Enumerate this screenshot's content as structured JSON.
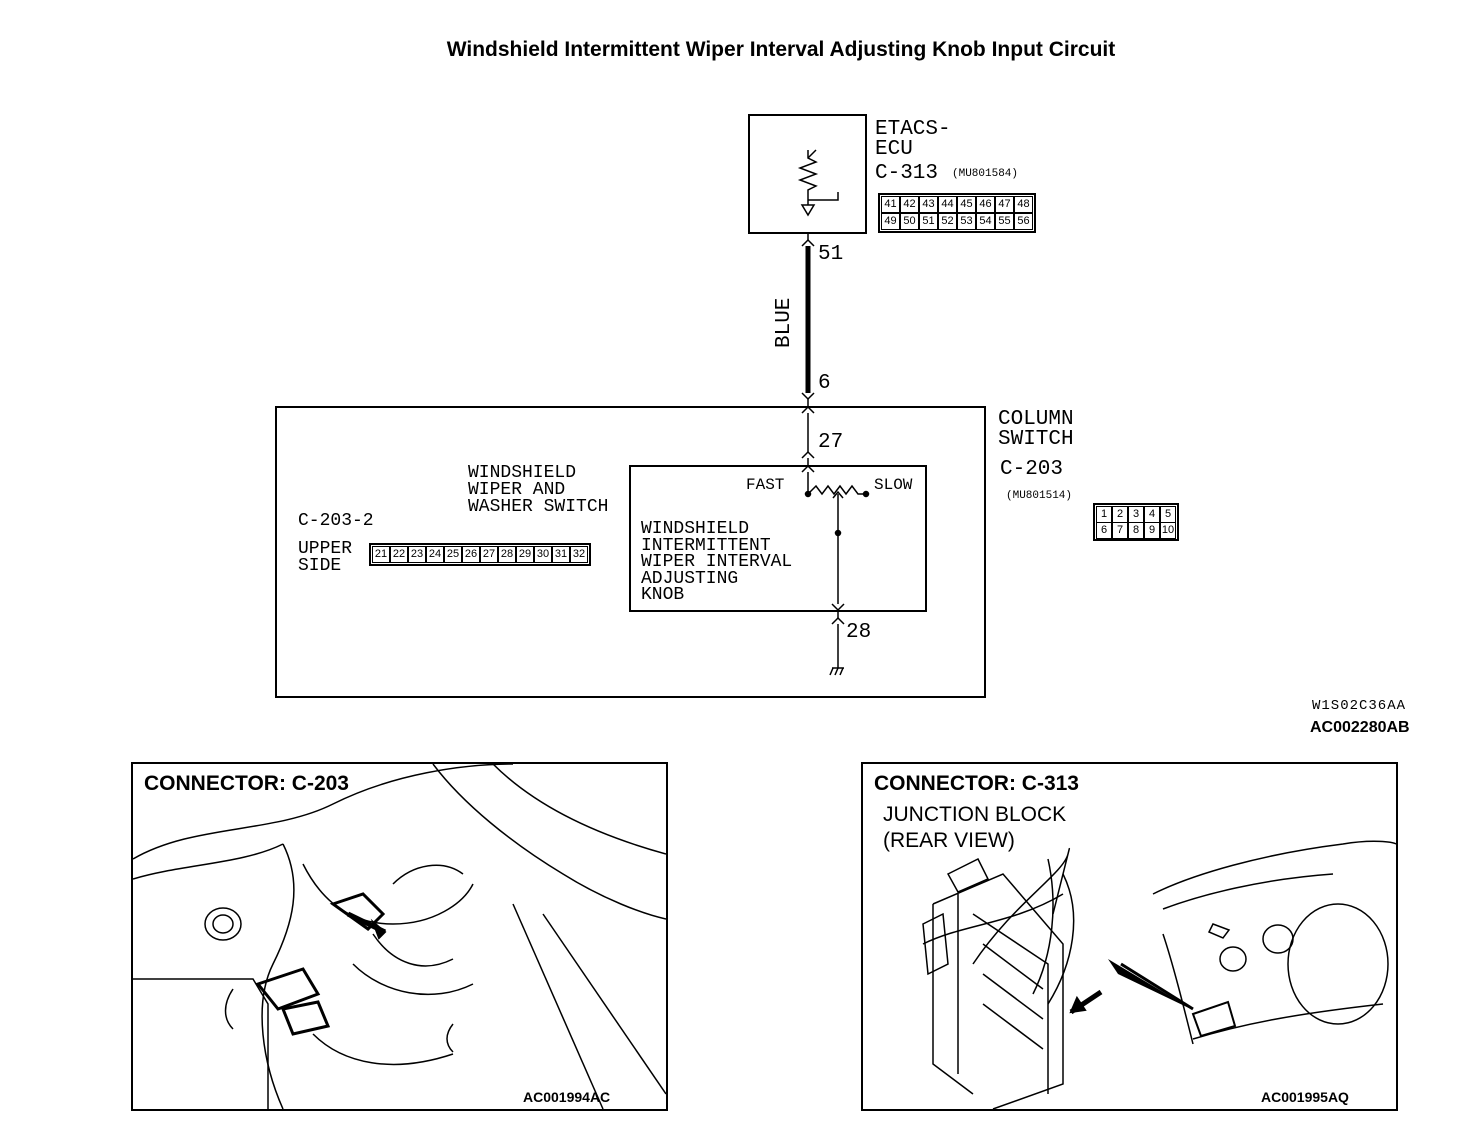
{
  "title": "Windshield Intermittent Wiper Interval Adjusting Knob Input Circuit",
  "ecu": {
    "name_line1": "ETACS-",
    "name_line2": "ECU",
    "connector": "C-313",
    "part_number": "(MU801584)",
    "pins_row1": [
      "41",
      "42",
      "43",
      "44",
      "45",
      "46",
      "47",
      "48"
    ],
    "pins_row2": [
      "49",
      "50",
      "51",
      "52",
      "53",
      "54",
      "55",
      "56"
    ],
    "terminal": "51"
  },
  "wire": {
    "color": "BLUE",
    "pin_top": "6"
  },
  "column_switch": {
    "name_line1": "COLUMN",
    "name_line2": "SWITCH",
    "connector": "C-203",
    "part_number": "(MU801514)",
    "pins_row1": [
      "1",
      "2",
      "3",
      "4",
      "5"
    ],
    "pins_row2": [
      "6",
      "7",
      "8",
      "9",
      "10"
    ],
    "sub_connector": "C-203-2",
    "upper_side_line1": "UPPER",
    "upper_side_line2": "SIDE",
    "upper_pins": [
      "21",
      "22",
      "23",
      "24",
      "25",
      "26",
      "27",
      "28",
      "29",
      "30",
      "31",
      "32"
    ],
    "washer_switch_line1": "WINDSHIELD",
    "washer_switch_line2": "WIPER AND",
    "washer_switch_line3": "WASHER SWITCH",
    "terminal_in": "27",
    "terminal_out": "28",
    "fast": "FAST",
    "slow": "SLOW",
    "knob_line1": "WINDSHIELD",
    "knob_line2": "INTERMITTENT",
    "knob_line3": "WIPER INTERVAL",
    "knob_line4": "ADJUSTING",
    "knob_line5": "KNOB"
  },
  "codes": {
    "drawing_id": "W1S02C36AA",
    "figure_id": "AC002280AB"
  },
  "photo_left": {
    "title": "CONNECTOR: C-203",
    "code": "AC001994AC"
  },
  "photo_right": {
    "title": "CONNECTOR: C-313",
    "sub_line1": "JUNCTION BLOCK",
    "sub_line2": "(REAR VIEW)",
    "code": "AC001995AQ"
  }
}
